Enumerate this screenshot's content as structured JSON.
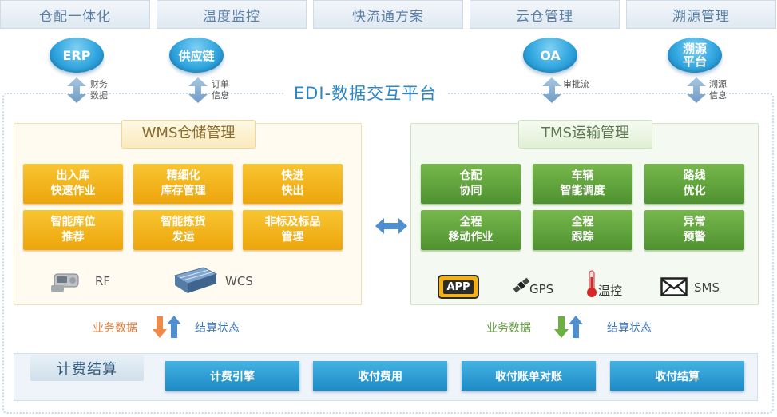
{
  "top_tabs": [
    "仓配一体化",
    "温度监控",
    "快流通方案",
    "云仓管理",
    "溯源管理"
  ],
  "platform_title": "EDI-数据交互平台",
  "systems": [
    {
      "name": "ERP",
      "arrow_label_1": "财务",
      "arrow_label_2": "数据"
    },
    {
      "name": "供应链",
      "arrow_label_1": "订单",
      "arrow_label_2": "信息"
    },
    {
      "name": "OA",
      "arrow_label_1": "审批流",
      "arrow_label_2": ""
    },
    {
      "name_1": "溯源",
      "name_2": "平台",
      "arrow_label_1": "溯源",
      "arrow_label_2": "信息"
    }
  ],
  "wms": {
    "title": "WMS仓储管理",
    "tiles": [
      {
        "l1": "出入库",
        "l2": "快速作业"
      },
      {
        "l1": "精细化",
        "l2": "库存管理"
      },
      {
        "l1": "快进",
        "l2": "快出"
      },
      {
        "l1": "智能库位",
        "l2": "推荐"
      },
      {
        "l1": "智能拣货",
        "l2": "发运"
      },
      {
        "l1": "非标及标品",
        "l2": "管理"
      }
    ],
    "devices": [
      "RF",
      "WCS"
    ],
    "flow_left": "业务数据",
    "flow_right": "结算状态"
  },
  "tms": {
    "title": "TMS运输管理",
    "tiles": [
      {
        "l1": "仓配",
        "l2": "协同"
      },
      {
        "l1": "车辆",
        "l2": "智能调度"
      },
      {
        "l1": "路线",
        "l2": "优化"
      },
      {
        "l1": "全程",
        "l2": "移动作业"
      },
      {
        "l1": "全程",
        "l2": "跟踪"
      },
      {
        "l1": "异常",
        "l2": "预警"
      }
    ],
    "devices": [
      "APP",
      "GPS",
      "温控",
      "SMS"
    ],
    "flow_left": "业务数据",
    "flow_right": "结算状态"
  },
  "billing": {
    "title": "计费结算",
    "buttons": [
      "计费引擎",
      "收付费用",
      "收付账单对账",
      "收付结算"
    ]
  },
  "colors": {
    "blue_accent": "#2a86c8",
    "wms_tile": "#eda50b",
    "tms_tile": "#4e9230",
    "billing_button": "#1d8bc6",
    "flow_orange": "#e07a3a",
    "flow_green": "#5f9a3a",
    "flow_blue": "#3d76b8"
  }
}
